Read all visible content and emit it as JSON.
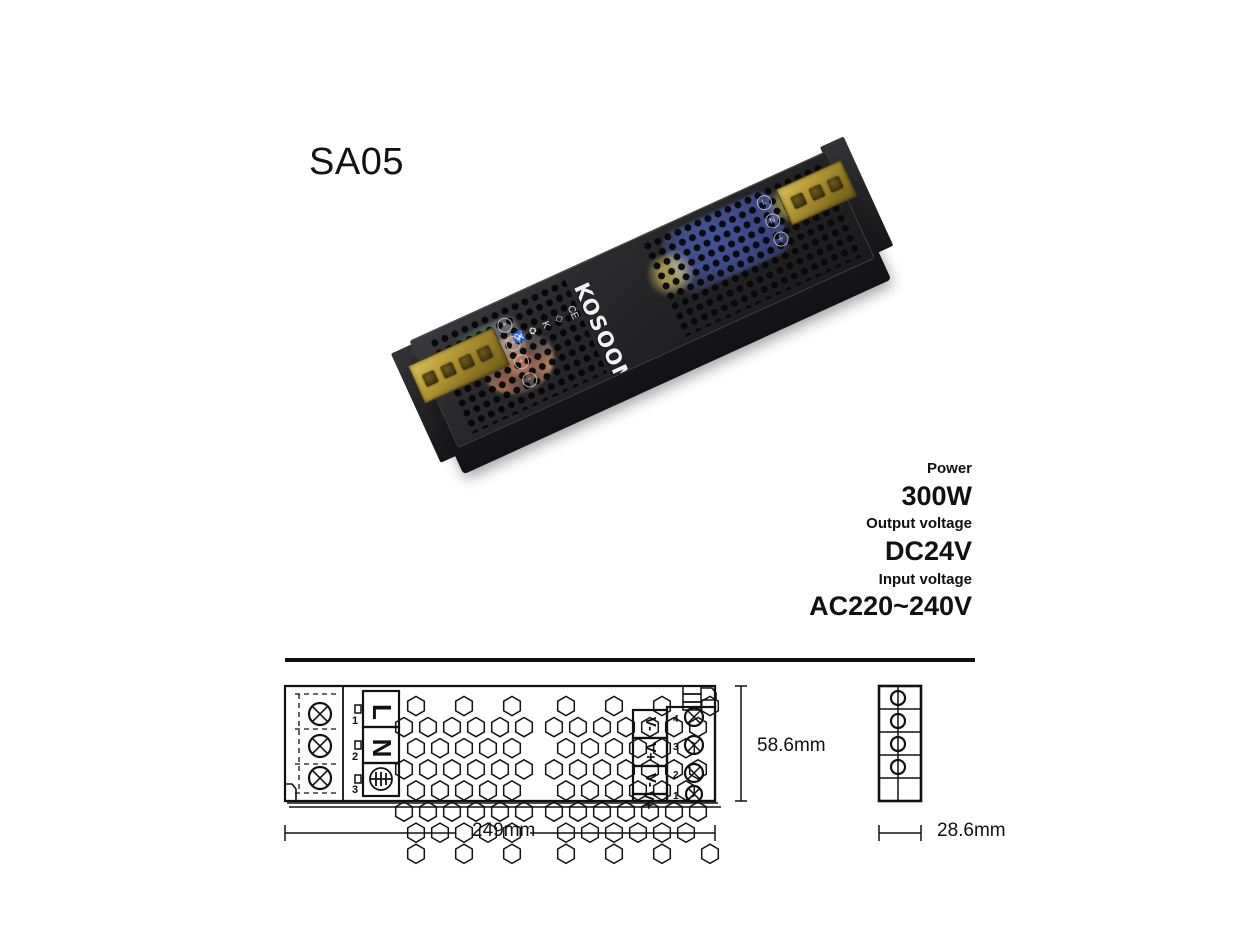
{
  "page": {
    "title": "SA05",
    "background_color": "#ffffff",
    "text_color": "#111111"
  },
  "product_photo": {
    "brand": "KOSOOM",
    "body_color": "#232326",
    "terminal_color": "#b79b36",
    "certification_marks": [
      "CE",
      "RoHS",
      "K-mark",
      "recycle",
      "WEEE"
    ],
    "alt": "Black slim LED driver power supply, angled view with honeycomb ventilation and gold terminal blocks"
  },
  "specs": [
    {
      "label": "Power",
      "value": "300W"
    },
    {
      "label": "Output voltage",
      "value": "DC24V"
    },
    {
      "label": "Input voltage",
      "value": "AC220~240V"
    }
  ],
  "dimensions": {
    "width": "249mm",
    "height": "58.6mm",
    "depth": "28.6mm"
  },
  "drawing": {
    "input_terminals": [
      {
        "number": "1",
        "label": "L"
      },
      {
        "number": "2",
        "label": "N"
      },
      {
        "number": "3",
        "label": "⏚"
      }
    ],
    "output_terminals": [
      {
        "number": "4",
        "label": "V-"
      },
      {
        "number": "3",
        "label": "V+"
      },
      {
        "number": "2",
        "label": "V-"
      },
      {
        "number": "1",
        "label": "V+"
      }
    ],
    "side_terminal_count": 4,
    "vent_groups": 2,
    "screw_count_left": 3
  }
}
